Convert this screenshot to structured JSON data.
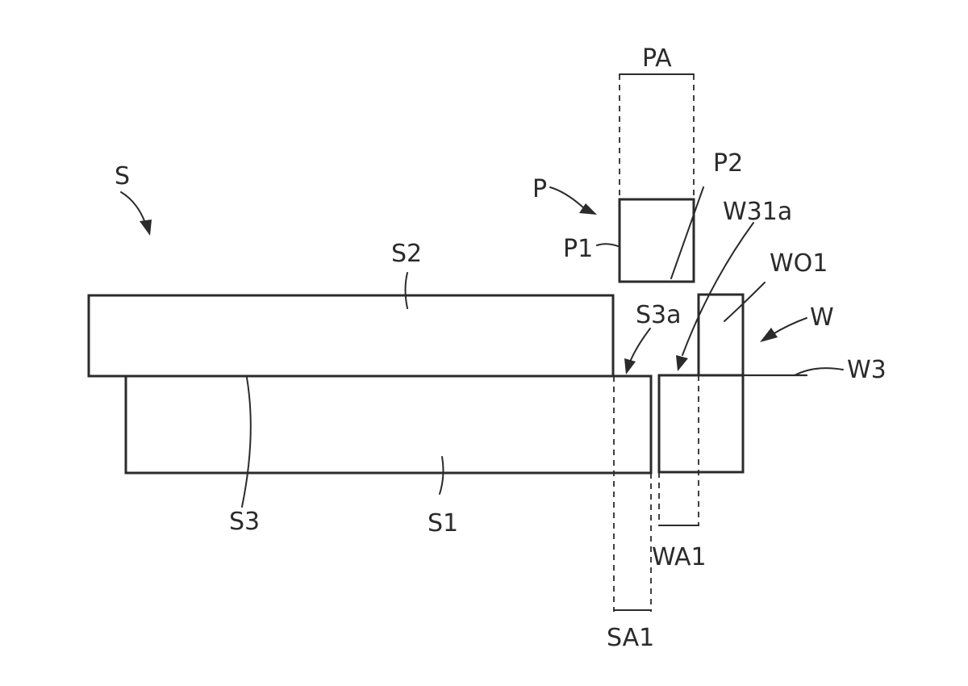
{
  "labels": {
    "S": "S",
    "S1": "S1",
    "S2": "S2",
    "S3": "S3",
    "S3a": "S3a",
    "SA1": "SA1",
    "P": "P",
    "P1": "P1",
    "P2": "P2",
    "PA": "PA",
    "W": "W",
    "W3": "W3",
    "W31a": "W31a",
    "WO1": "WO1",
    "WA1": "WA1"
  }
}
